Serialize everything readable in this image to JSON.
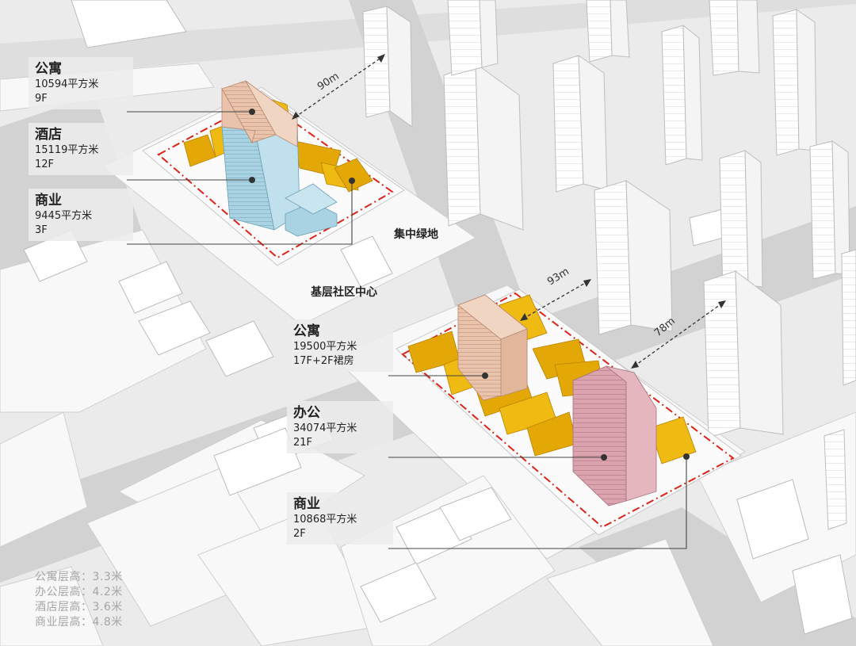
{
  "colors": {
    "background": "#ebebeb",
    "road": "#d2d2d2",
    "block": "#f8f8f8",
    "apartment": "#e9c3ab",
    "hotel": "#a9d3e2",
    "commercial": "#e3a806",
    "office": "#dba3ae",
    "boundary": "#e0221a"
  },
  "north_site": {
    "apartment": {
      "title": "公寓",
      "area": "10594平方米",
      "floors": "9F"
    },
    "hotel": {
      "title": "酒店",
      "area": "15119平方米",
      "floors": "12F"
    },
    "commercial": {
      "title": "商业",
      "area": "9445平方米",
      "floors": "3F"
    }
  },
  "south_site": {
    "apartment": {
      "title": "公寓",
      "area": "19500平方米",
      "floors": "17F+2F裙房"
    },
    "office": {
      "title": "办公",
      "area": "34074平方米",
      "floors": "21F"
    },
    "commercial": {
      "title": "商业",
      "area": "10868平方米",
      "floors": "2F"
    }
  },
  "places": {
    "green": "集中绿地",
    "community": "基层社区中心"
  },
  "distances": {
    "d1": "90m",
    "d2": "93m",
    "d3": "78m"
  },
  "floor_heights": [
    "公寓层高：3.3米",
    "办公层高：4.2米",
    "酒店层高：3.6米",
    "商业层高：4.8米"
  ]
}
